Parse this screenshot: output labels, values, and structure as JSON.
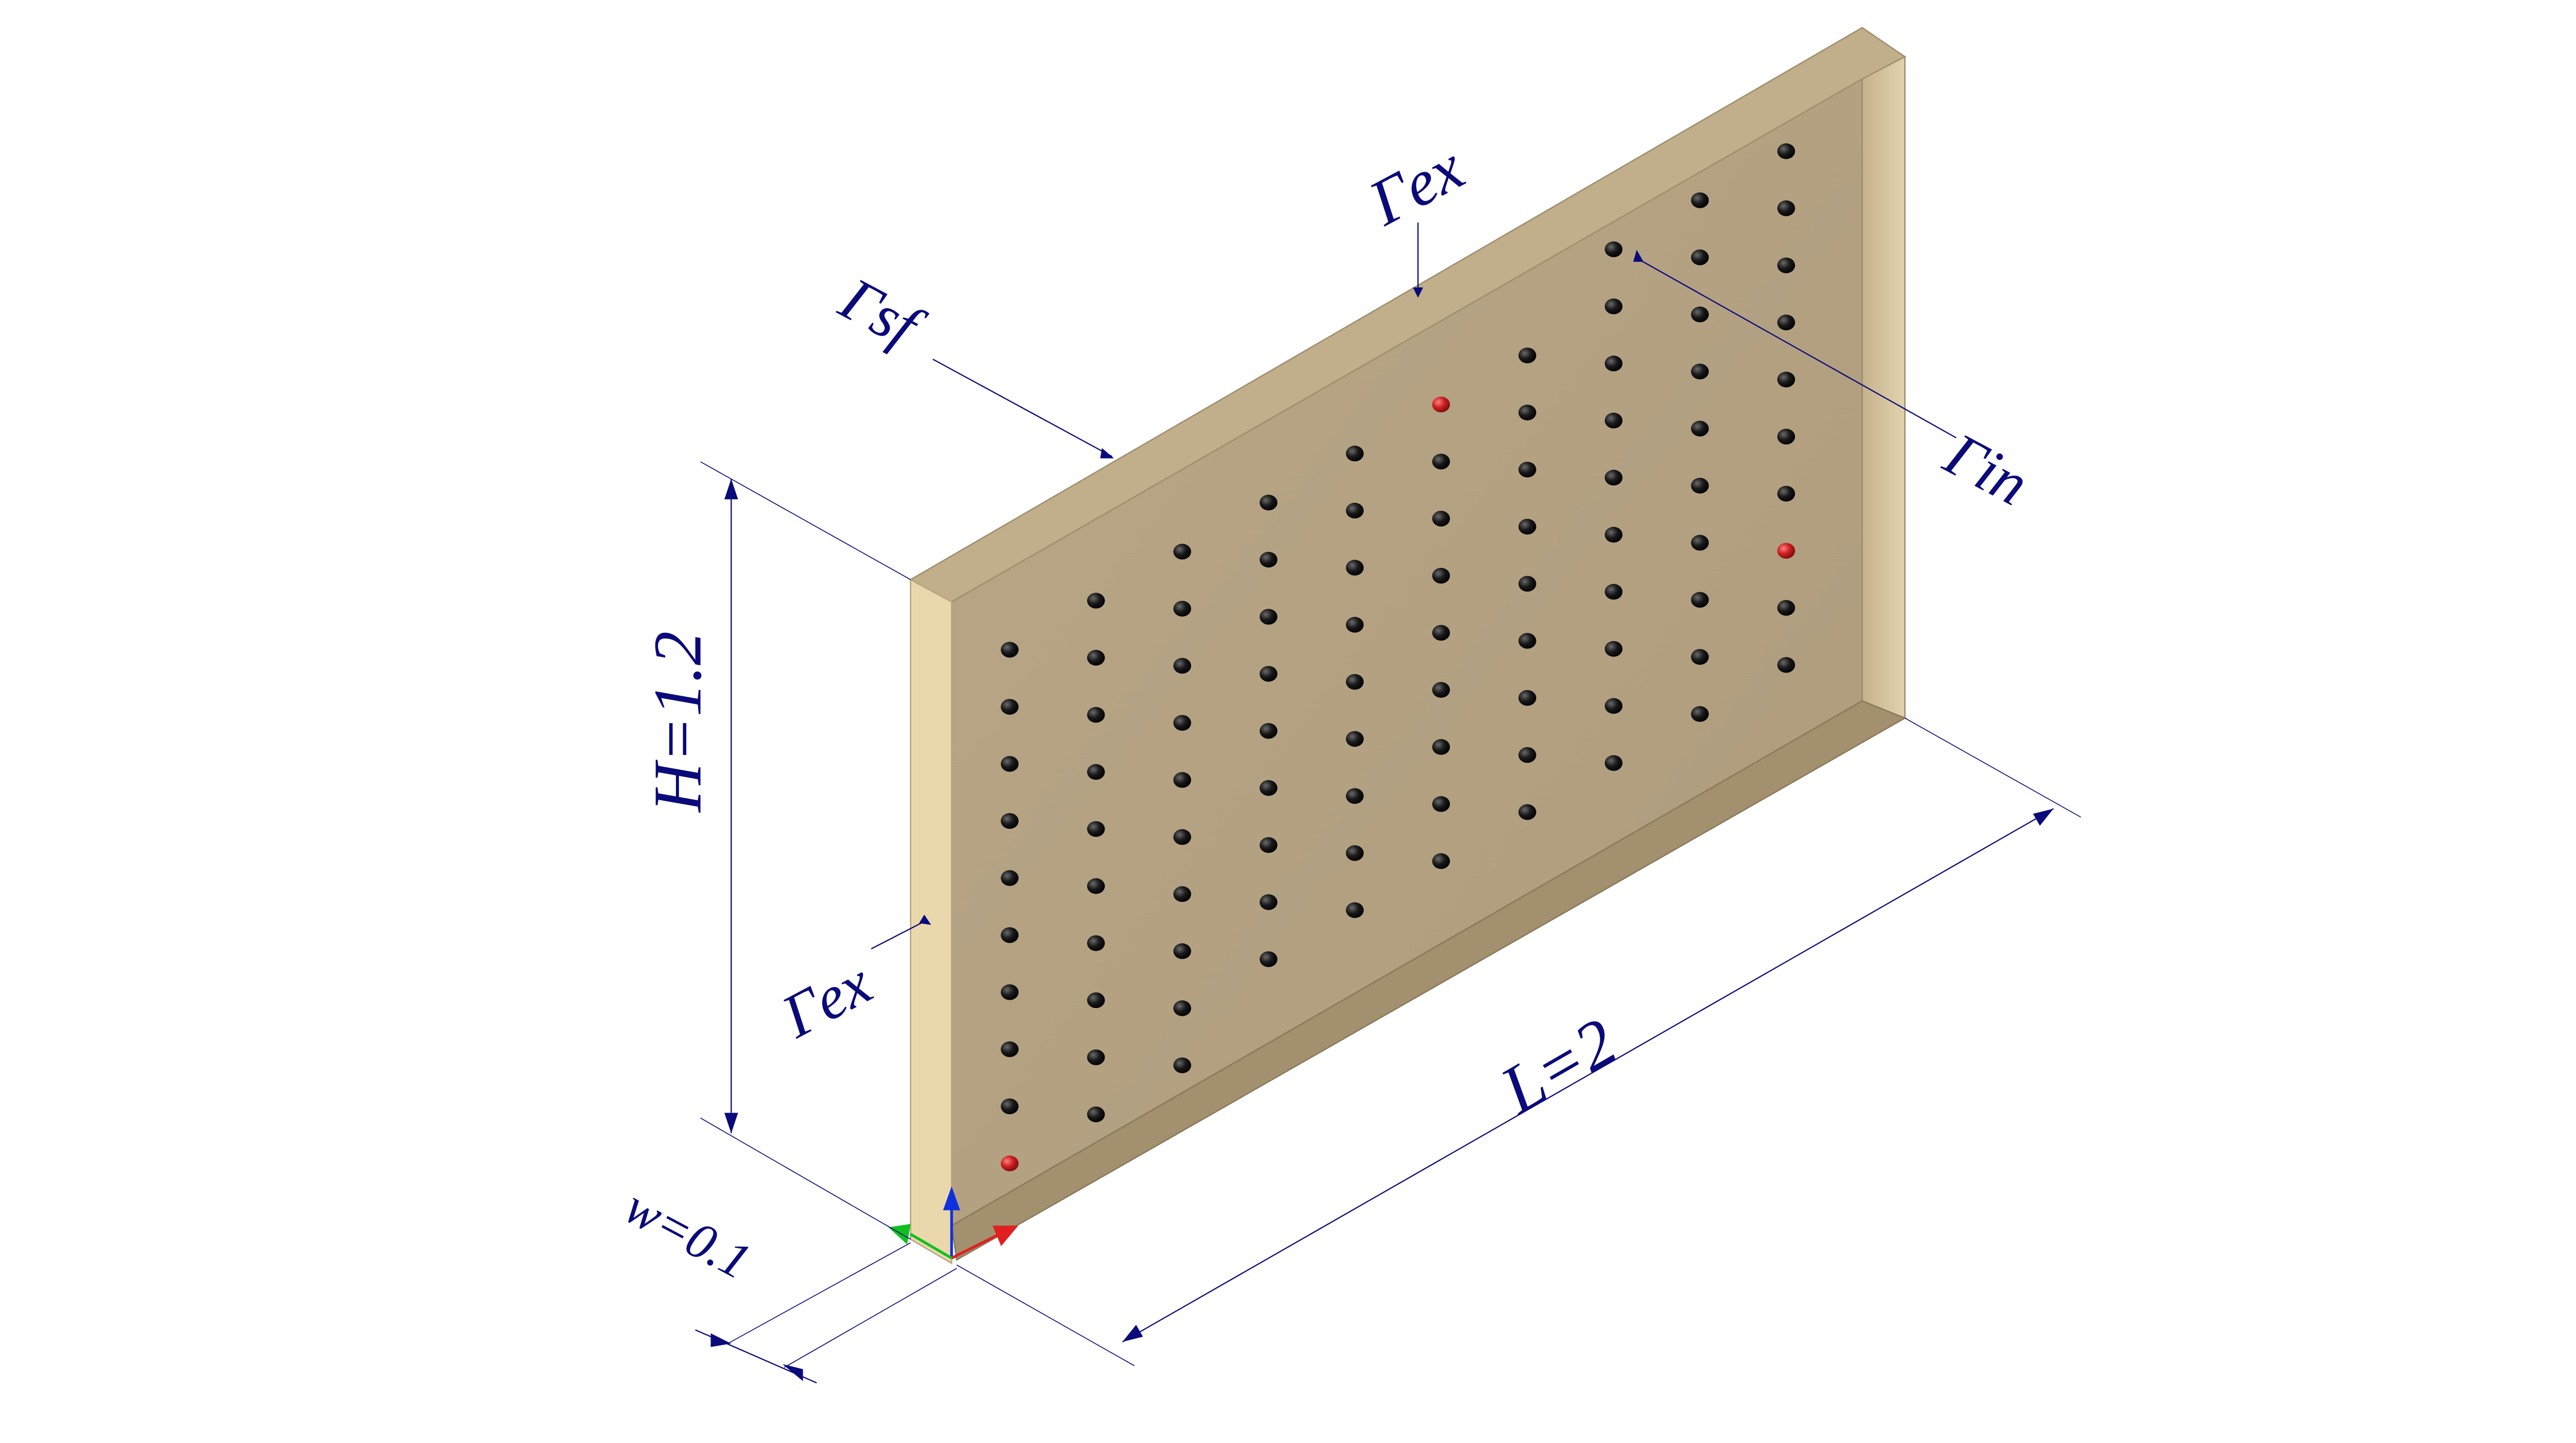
{
  "labels": {
    "gamma_ex_top": "Γex",
    "gamma_sf": "Γsf",
    "gamma_in": "Γin",
    "gamma_ex_left": "Γex",
    "height": "H=1.2",
    "length": "L=2",
    "width": "w=0.1"
  },
  "colors": {
    "annotation": "#0a0a7a",
    "rim_top": "#c0af8a",
    "rim_left": "#ead8ac",
    "cavity_face": "#bba98a",
    "inner_wall_right": "#d6c6a0",
    "inner_floor": "#a2906e",
    "sensor": "#111111",
    "highlight_sensor": "#cc1f1f",
    "axis_x": "#e02020",
    "axis_y": "#10c020",
    "axis_z": "#1030e0"
  },
  "icons": [
    "axis-triad-icon"
  ]
}
